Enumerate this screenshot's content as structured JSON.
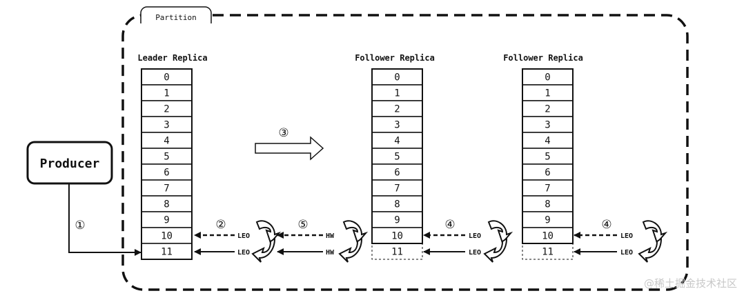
{
  "partition": {
    "label": "Partition"
  },
  "producer": {
    "label": "Producer"
  },
  "replicas": [
    {
      "title": "Leader Replica",
      "cells": [
        "0",
        "1",
        "2",
        "3",
        "4",
        "5",
        "6",
        "7",
        "8",
        "9",
        "10",
        "11"
      ],
      "dashed_last": false
    },
    {
      "title": "Follower Replica",
      "cells": [
        "0",
        "1",
        "2",
        "3",
        "4",
        "5",
        "6",
        "7",
        "8",
        "9",
        "10",
        "11"
      ],
      "dashed_last": true
    },
    {
      "title": "Follower Replica",
      "cells": [
        "0",
        "1",
        "2",
        "3",
        "4",
        "5",
        "6",
        "7",
        "8",
        "9",
        "10",
        "11"
      ],
      "dashed_last": true
    }
  ],
  "steps": {
    "step1": "①",
    "step2": "②",
    "step3": "③",
    "step4a": "④",
    "step4b": "④",
    "step5": "⑤"
  },
  "labels": {
    "leo": "LEO",
    "hw": "HW"
  },
  "watermark": "@稀土掘金技术社区",
  "colors": {
    "stroke": "#111111",
    "background": "#ffffff",
    "watermark": "#c8c8c8"
  }
}
